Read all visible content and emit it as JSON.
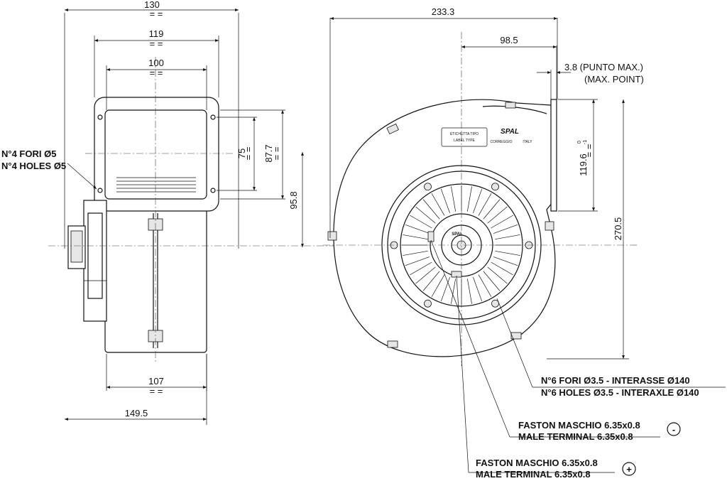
{
  "side_view": {
    "dims": {
      "d130": "130",
      "d119": "119",
      "d100": "100",
      "d75": "75",
      "d87_7": "87.7",
      "d95_8": "95.8",
      "d107": "107",
      "d149_5": "149.5"
    },
    "eq": "= =",
    "holes_note": [
      "N°4 FORI Ø5",
      "N°4 HOLES Ø5"
    ]
  },
  "front_view": {
    "dims": {
      "d233_3": "233.3",
      "d98_5": "98.5",
      "d3_8": "3.8 (PUNTO MAX.)",
      "d3_8_en": "(MAX. POINT)",
      "d119_6": "119.6",
      "d119_6_tol": "0",
      "d119_6_tol2": "-1",
      "d270_5": "270.5"
    },
    "label_plate": {
      "line1": "ETICHETTA TIPO",
      "line2": "LABEL TYPE",
      "brand": "SPAL",
      "city": "CORREGGIO",
      "country": "ITALY"
    },
    "hub_brand": "SPAL",
    "notes": {
      "holes": [
        "N°6 FORI Ø3.5 - INTERASSE Ø140",
        "N°6 HOLES Ø3.5 - INTERAXLE Ø140"
      ],
      "neg_terminal": [
        "FASTON MASCHIO 6.35x0.8",
        "MALE TERMINAL 6.35x0.8"
      ],
      "neg_symbol": "-",
      "pos_terminal": [
        "FASTON MASCHIO 6.35x0.8",
        "MALE TERMINAL 6.35x0.8"
      ],
      "pos_symbol": "+"
    }
  }
}
